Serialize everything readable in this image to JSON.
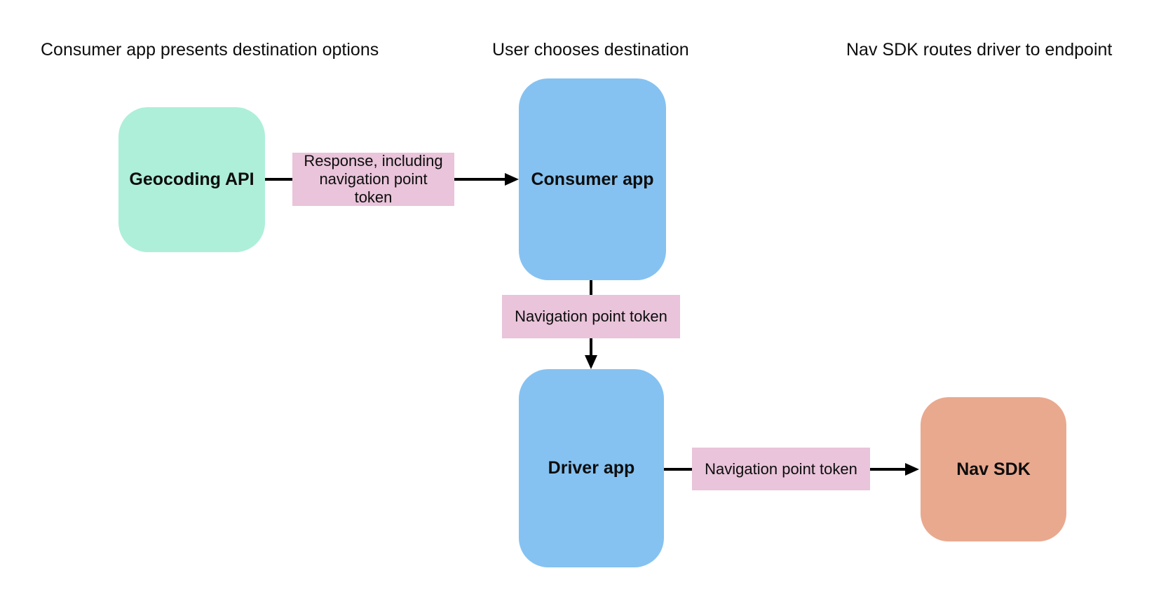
{
  "canvas": {
    "background": "#ffffff",
    "connector_color": "#000000",
    "text_color": "#0d0d0d"
  },
  "lane_headers": {
    "left": {
      "text": "Consumer app presents destination options"
    },
    "center": {
      "text": "User chooses destination"
    },
    "right": {
      "text": "Nav SDK routes driver to endpoint"
    }
  },
  "nodes": {
    "geocoding_api": {
      "label": "Geocoding API",
      "fill": "#aeefd9"
    },
    "consumer_app": {
      "label": "Consumer app",
      "fill": "#85c2f1"
    },
    "driver_app": {
      "label": "Driver app",
      "fill": "#85c2f1"
    },
    "nav_sdk": {
      "label": "Nav SDK",
      "fill": "#e9a98f"
    }
  },
  "edge_labels": {
    "response_token": {
      "text": "Response, including navigation point token",
      "fill": "#e9c4da"
    },
    "nav_point_token_1": {
      "text": "Navigation point token",
      "fill": "#e9c4da"
    },
    "nav_point_token_2": {
      "text": "Navigation point token",
      "fill": "#e9c4da"
    }
  },
  "edges": {
    "geocoding_to_consumer": {
      "from": "Geocoding API",
      "to": "Consumer app",
      "label": "Response, including navigation point token"
    },
    "consumer_to_driver": {
      "from": "Consumer app",
      "to": "Driver app",
      "label": "Navigation point token"
    },
    "driver_to_navsdk": {
      "from": "Driver app",
      "to": "Nav SDK",
      "label": "Navigation point token"
    }
  }
}
